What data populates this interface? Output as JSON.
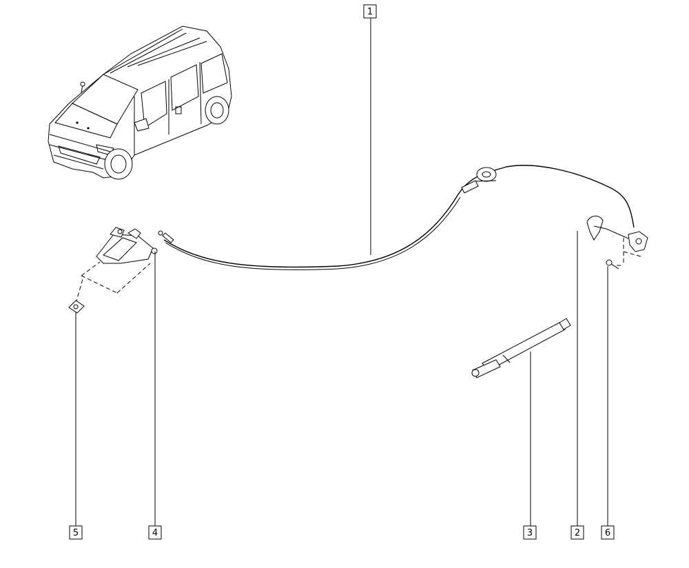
{
  "callouts": [
    {
      "id": "callout-1",
      "number": "1"
    },
    {
      "id": "callout-2",
      "number": "2"
    },
    {
      "id": "callout-3",
      "number": "3"
    },
    {
      "id": "callout-4",
      "number": "4"
    },
    {
      "id": "callout-5",
      "number": "5"
    },
    {
      "id": "callout-6",
      "number": "6"
    }
  ],
  "icons": {
    "vehicle": "van-illustration-icon",
    "cable": "release-cable-icon",
    "strut": "gas-strut-icon",
    "lock": "bonnet-lock-icon"
  }
}
